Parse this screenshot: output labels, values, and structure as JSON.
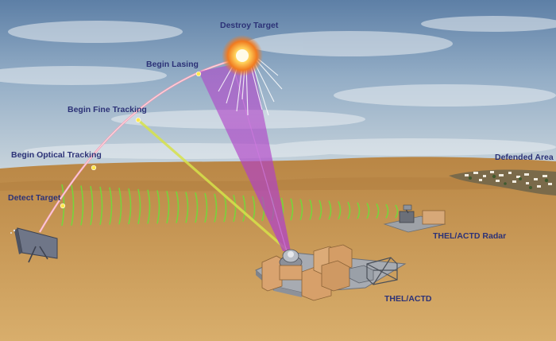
{
  "labels": {
    "destroy_target": "Destroy Target",
    "begin_lasing": "Begin Lasing",
    "begin_fine_tracking": "Begin Fine Tracking",
    "begin_optical_tracking": "Begin Optical Tracking",
    "detect_target": "Detect Target",
    "defended_area": "Defended Area",
    "radar": "THEL/ACTD Radar",
    "thel": "THEL/ACTD"
  },
  "colors": {
    "trajectory": "#f3a0b6",
    "laser_beam": "#b040c8",
    "fine_track_beam": "#d6e24a",
    "radar_waves": "#6fdc3a",
    "event_points": "#ffe84a",
    "label_text": "#2c3277"
  }
}
